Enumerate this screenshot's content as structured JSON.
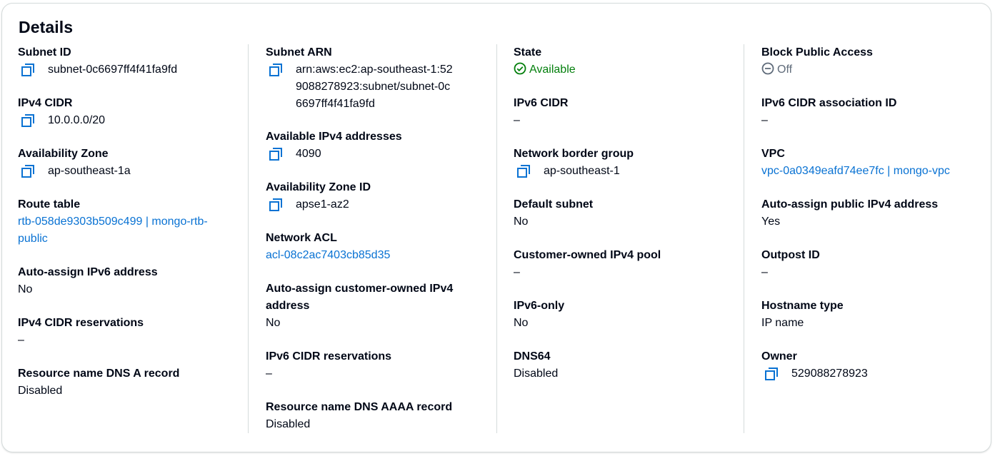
{
  "panel": {
    "title": "Details"
  },
  "columns": [
    [
      {
        "label": "Subnet ID",
        "value": "subnet-0c6697ff4f41fa9fd"
      },
      {
        "label": "IPv4 CIDR",
        "value": "10.0.0.0/20"
      },
      {
        "label": "Availability Zone",
        "value": "ap-southeast-1a"
      },
      {
        "label": "Route table",
        "value": "rtb-058de9303b509c499 | mongo-rtb-public"
      },
      {
        "label": "Auto-assign IPv6 address",
        "value": "No"
      },
      {
        "label": "IPv4 CIDR reservations",
        "value": "–"
      },
      {
        "label": "Resource name DNS A record",
        "value": "Disabled"
      }
    ],
    [
      {
        "label": "Subnet ARN",
        "value": "arn:aws:ec2:ap-southeast-1:529088278923:subnet/subnet-0c6697ff4f41fa9fd"
      },
      {
        "label": "Available IPv4 addresses",
        "value": "4090"
      },
      {
        "label": "Availability Zone ID",
        "value": "apse1-az2"
      },
      {
        "label": "Network ACL",
        "value": "acl-08c2ac7403cb85d35"
      },
      {
        "label": "Auto-assign customer-owned IPv4 address",
        "value": "No"
      },
      {
        "label": "IPv6 CIDR reservations",
        "value": "–"
      },
      {
        "label": "Resource name DNS AAAA record",
        "value": "Disabled"
      }
    ],
    [
      {
        "label": "State",
        "value": "Available"
      },
      {
        "label": "IPv6 CIDR",
        "value": "–"
      },
      {
        "label": "Network border group",
        "value": "ap-southeast-1"
      },
      {
        "label": "Default subnet",
        "value": "No"
      },
      {
        "label": "Customer-owned IPv4 pool",
        "value": "–"
      },
      {
        "label": "IPv6-only",
        "value": "No"
      },
      {
        "label": "DNS64",
        "value": "Disabled"
      }
    ],
    [
      {
        "label": "Block Public Access",
        "value": "Off"
      },
      {
        "label": "IPv6 CIDR association ID",
        "value": "–"
      },
      {
        "label": "VPC",
        "value": "vpc-0a0349eafd74ee7fc | mongo-vpc"
      },
      {
        "label": "Auto-assign public IPv4 address",
        "value": "Yes"
      },
      {
        "label": "Outpost ID",
        "value": "–"
      },
      {
        "label": "Hostname type",
        "value": "IP name"
      },
      {
        "label": "Owner",
        "value": "529088278923"
      }
    ]
  ],
  "colors": {
    "link": "#0972d3",
    "success": "#037f0c",
    "muted": "#5f6b7a",
    "text": "#000716"
  }
}
